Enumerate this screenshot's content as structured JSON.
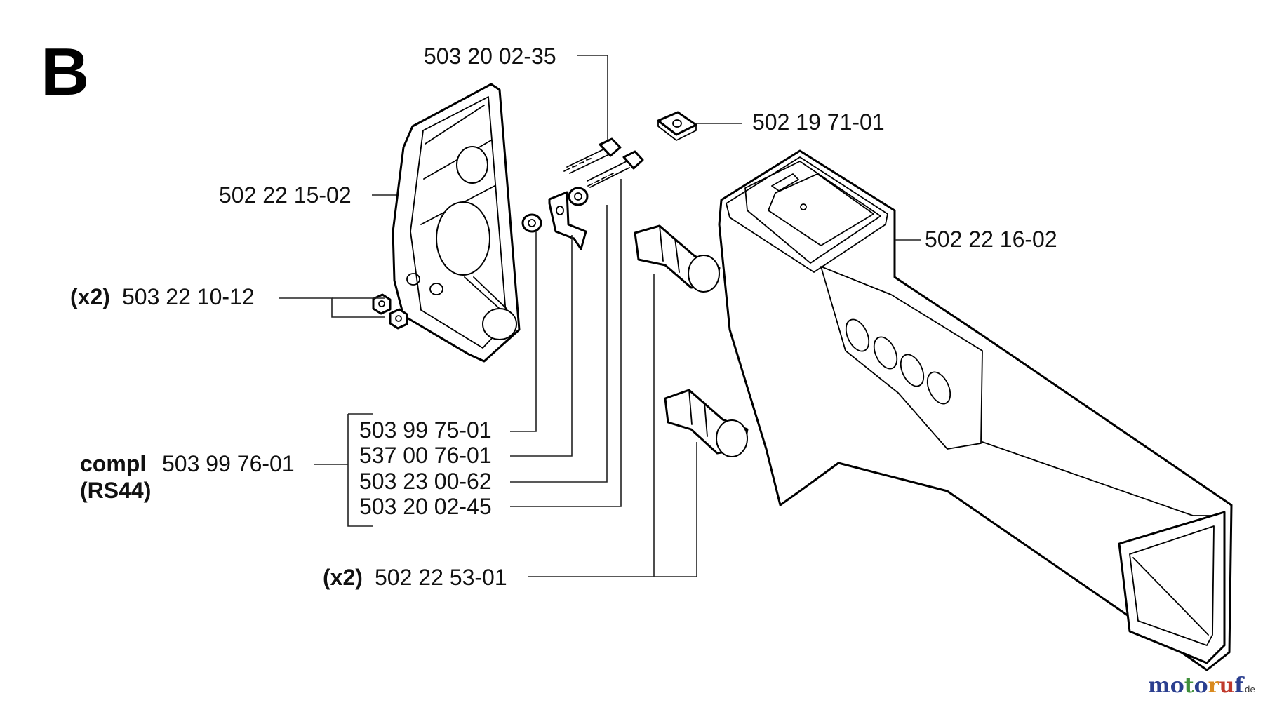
{
  "section_letter": "B",
  "labels": {
    "p_503200235": "503 20 02-35",
    "p_502197101": "502 19 71-01",
    "p_502221502": "502 22 15-02",
    "p_502221602": "502 22 16-02",
    "p_503221012_qty": "(x2)",
    "p_503221012": "503 22 10-12",
    "p_503997501": "503 99 75-01",
    "p_537007601": "537 00 76-01",
    "p_503230062": "503 23 00-62",
    "p_503200245": "503 20 02-45",
    "compl_prefix": "compl",
    "compl_number": "503 99 76-01",
    "compl_model": "(RS44)",
    "p_502225301_qty": "(x2)",
    "p_502225301": "502 22 53-01"
  },
  "watermark": {
    "text_main": "motoruf",
    "text_suffix": ".de",
    "colors": [
      "#2b3f8f",
      "#2b3f8f",
      "#3f8f3a",
      "#2b3f8f",
      "#d98a1e",
      "#c0392b",
      "#2b3f8f"
    ]
  }
}
